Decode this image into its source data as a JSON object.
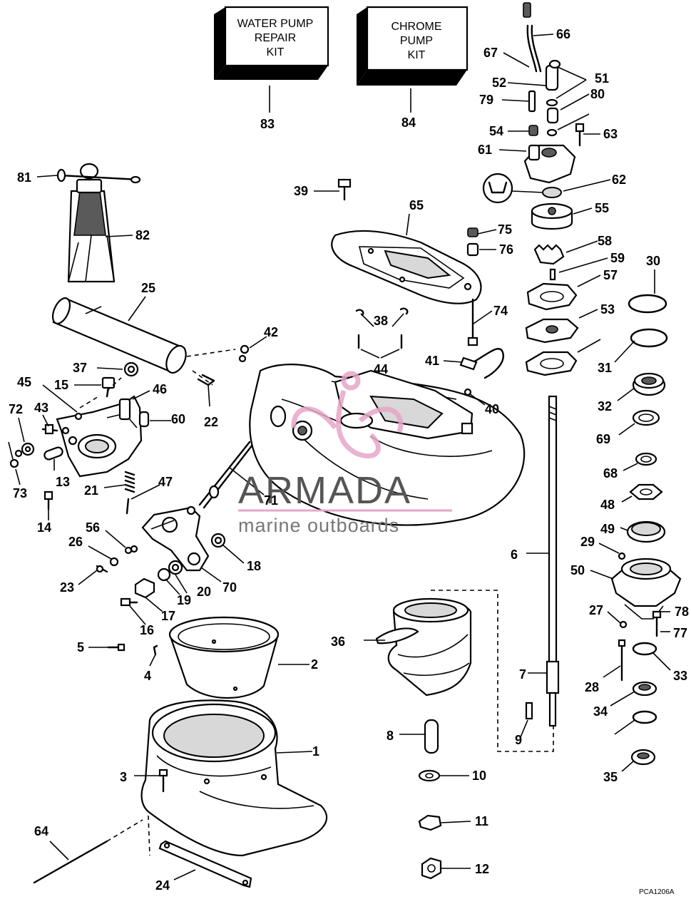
{
  "kits": {
    "water_pump": {
      "line1": "WATER PUMP",
      "line2": "REPAIR",
      "line3": "KIT",
      "number": "83"
    },
    "chrome_pump": {
      "line1": "CHROME",
      "line2": "PUMP",
      "line3": "KIT",
      "number": "84"
    }
  },
  "watermark": {
    "brand": "ARMADA",
    "tagline": "marine outboards",
    "accent_color": "#e7a6c8"
  },
  "diagram_code": "PCA1206A",
  "callouts": [
    "1",
    "2",
    "3",
    "4",
    "5",
    "6",
    "7",
    "8",
    "9",
    "10",
    "11",
    "12",
    "13",
    "14",
    "15",
    "16",
    "17",
    "18",
    "19",
    "20",
    "21",
    "22",
    "23",
    "24",
    "25",
    "26",
    "27",
    "28",
    "29",
    "30",
    "31",
    "32",
    "33",
    "34",
    "35",
    "36",
    "37",
    "38",
    "39",
    "40",
    "41",
    "42",
    "43",
    "44",
    "45",
    "46",
    "47",
    "48",
    "49",
    "50",
    "51",
    "52",
    "53",
    "54",
    "55",
    "56",
    "57",
    "58",
    "59",
    "60",
    "61",
    "62",
    "63",
    "64",
    "65",
    "66",
    "67",
    "68",
    "69",
    "70",
    "71",
    "72",
    "73",
    "74",
    "75",
    "76",
    "77",
    "78",
    "79",
    "80",
    "81",
    "82"
  ]
}
